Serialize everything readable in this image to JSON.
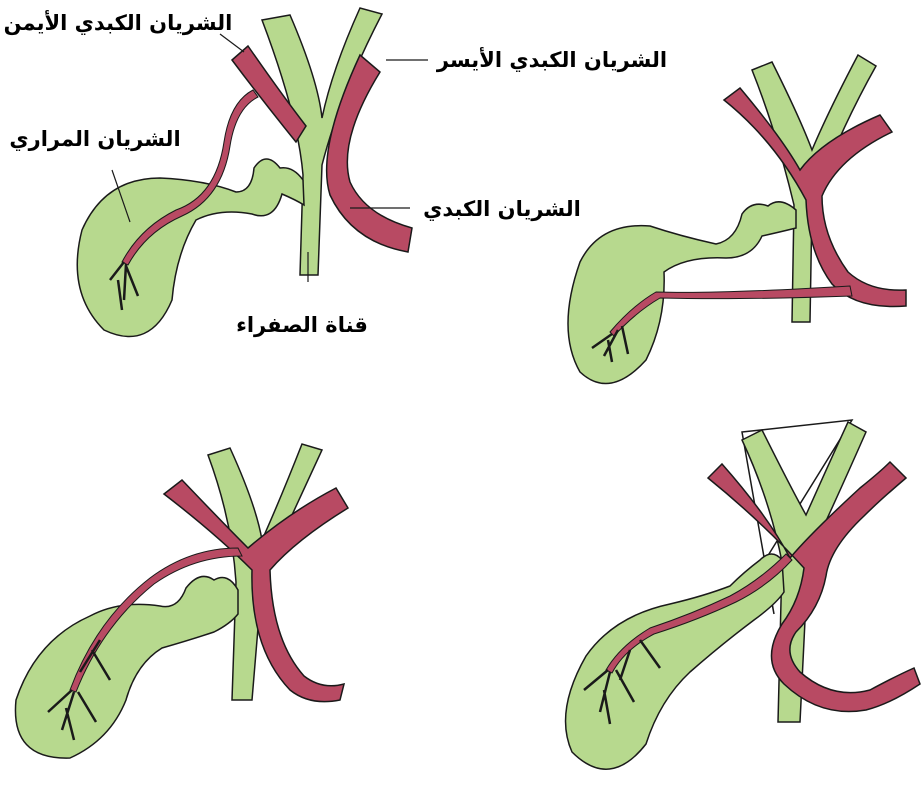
{
  "labels": {
    "right_hepatic_artery": "الشريان الكبدي الأيمن",
    "left_hepatic_artery": "الشريان الكبدي الأيسر",
    "cystic_artery": "الشريان المراري",
    "hepatic_artery": "الشريان الكبدي",
    "bile_duct": "قناة الصفراء"
  },
  "colors": {
    "duct_green": "#b7d98e",
    "artery_red": "#b84a63",
    "outline": "#1a1a1a"
  }
}
